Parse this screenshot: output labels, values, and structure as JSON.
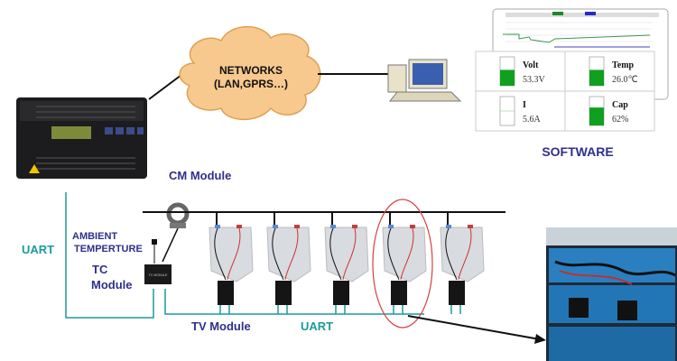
{
  "cloud": {
    "line1": "NETWORKS",
    "line2": "(LAN,GPRS…)"
  },
  "labels": {
    "cm_module": "CM Module",
    "software": "SOFTWARE",
    "uart_left": "UART",
    "ambient_1": "AMBIENT",
    "ambient_2": "TEMPERTURE",
    "tc_1": "TC",
    "tc_2": "Module",
    "tv_module": "TV Module",
    "uart_bottom": "UART",
    "tc_device_text": "TC MODULE"
  },
  "software_panel": {
    "gauges": [
      {
        "name": "Volt",
        "value": "53.3V",
        "fill_percent": 55
      },
      {
        "name": "Temp",
        "value": "26.0℃",
        "fill_percent": 55
      },
      {
        "name": "I",
        "value": "5.6A",
        "fill_percent": 0
      },
      {
        "name": "Cap",
        "value": "62%",
        "fill_percent": 62
      }
    ]
  },
  "colors": {
    "label_blue": "#2e2f8c",
    "uart_teal": "#1e9a9a",
    "gauge_green": "#10a020",
    "highlight_red": "#d84040"
  }
}
